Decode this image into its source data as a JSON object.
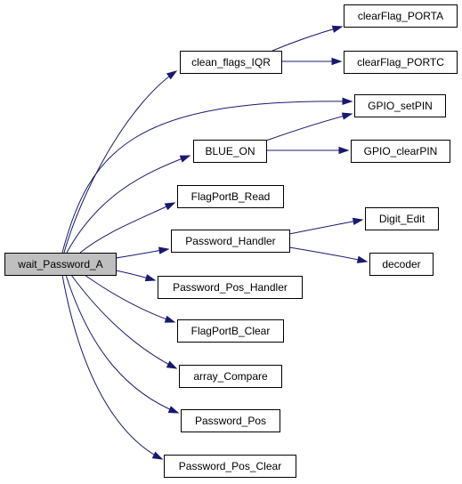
{
  "colors": {
    "edge": "#191970",
    "node_border": "#000000",
    "node_fill": "#ffffff",
    "root_fill": "#bfbfbf"
  },
  "graph": {
    "root": "wait_Password_A",
    "nodes": [
      {
        "id": "wait_Password_A",
        "label": "wait_Password_A",
        "root": true
      },
      {
        "id": "clean_flags_IQR",
        "label": "clean_flags_IQR"
      },
      {
        "id": "clearFlag_PORTA",
        "label": "clearFlag_PORTA"
      },
      {
        "id": "clearFlag_PORTC",
        "label": "clearFlag_PORTC"
      },
      {
        "id": "GPIO_setPIN",
        "label": "GPIO_setPIN"
      },
      {
        "id": "BLUE_ON",
        "label": "BLUE_ON"
      },
      {
        "id": "GPIO_clearPIN",
        "label": "GPIO_clearPIN"
      },
      {
        "id": "FlagPortB_Read",
        "label": "FlagPortB_Read"
      },
      {
        "id": "Password_Handler",
        "label": "Password_Handler"
      },
      {
        "id": "Digit_Edit",
        "label": "Digit_Edit"
      },
      {
        "id": "decoder",
        "label": "decoder"
      },
      {
        "id": "Password_Pos_Handler",
        "label": "Password_Pos_Handler"
      },
      {
        "id": "FlagPortB_Clear",
        "label": "FlagPortB_Clear"
      },
      {
        "id": "array_Compare",
        "label": "array_Compare"
      },
      {
        "id": "Password_Pos",
        "label": "Password_Pos"
      },
      {
        "id": "Password_Pos_Clear",
        "label": "Password_Pos_Clear"
      }
    ],
    "edges": [
      {
        "from": "wait_Password_A",
        "to": "clean_flags_IQR"
      },
      {
        "from": "wait_Password_A",
        "to": "GPIO_setPIN"
      },
      {
        "from": "wait_Password_A",
        "to": "BLUE_ON"
      },
      {
        "from": "wait_Password_A",
        "to": "FlagPortB_Read"
      },
      {
        "from": "wait_Password_A",
        "to": "Password_Handler"
      },
      {
        "from": "wait_Password_A",
        "to": "Password_Pos_Handler"
      },
      {
        "from": "wait_Password_A",
        "to": "FlagPortB_Clear"
      },
      {
        "from": "wait_Password_A",
        "to": "array_Compare"
      },
      {
        "from": "wait_Password_A",
        "to": "Password_Pos"
      },
      {
        "from": "wait_Password_A",
        "to": "Password_Pos_Clear"
      },
      {
        "from": "clean_flags_IQR",
        "to": "clearFlag_PORTA"
      },
      {
        "from": "clean_flags_IQR",
        "to": "clearFlag_PORTC"
      },
      {
        "from": "BLUE_ON",
        "to": "GPIO_setPIN"
      },
      {
        "from": "BLUE_ON",
        "to": "GPIO_clearPIN"
      },
      {
        "from": "Password_Handler",
        "to": "Digit_Edit"
      },
      {
        "from": "Password_Handler",
        "to": "decoder"
      }
    ]
  }
}
